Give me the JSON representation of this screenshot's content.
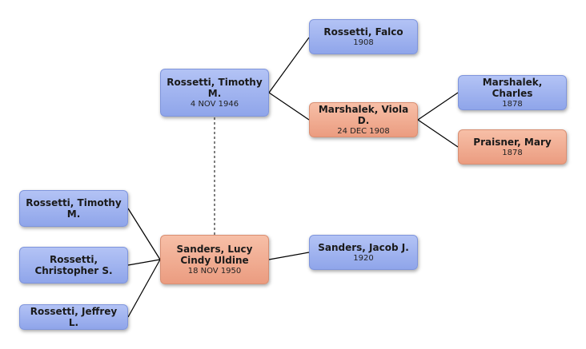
{
  "people": {
    "timothy_sr": {
      "name": "Rossetti, Timothy M.",
      "date": "4 NOV 1946",
      "sex": "male"
    },
    "falco": {
      "name": "Rossetti, Falco",
      "date": "1908",
      "sex": "male"
    },
    "viola": {
      "name": "Marshalek, Viola D.",
      "date": "24 DEC 1908",
      "sex": "female"
    },
    "charles": {
      "name": "Marshalek, Charles",
      "date": "1878",
      "sex": "male"
    },
    "mary": {
      "name": "Praisner, Mary",
      "date": "1878",
      "sex": "female"
    },
    "lucy": {
      "name": "Sanders, Lucy Cindy Uldine",
      "date": "18 NOV 1950",
      "sex": "female"
    },
    "jacob": {
      "name": "Sanders, Jacob J.",
      "date": "1920",
      "sex": "male"
    },
    "timothy_jr": {
      "name": "Rossetti, Timothy M.",
      "date": "",
      "sex": "male"
    },
    "christopher": {
      "name": "Rossetti, Christopher S.",
      "date": "",
      "sex": "male"
    },
    "jeffrey": {
      "name": "Rossetti, Jeffrey L.",
      "date": "",
      "sex": "male"
    }
  },
  "colors": {
    "male": "#9db1ee",
    "female": "#f1ab8f",
    "connector": "#000000",
    "spouse_link": "#555555"
  }
}
